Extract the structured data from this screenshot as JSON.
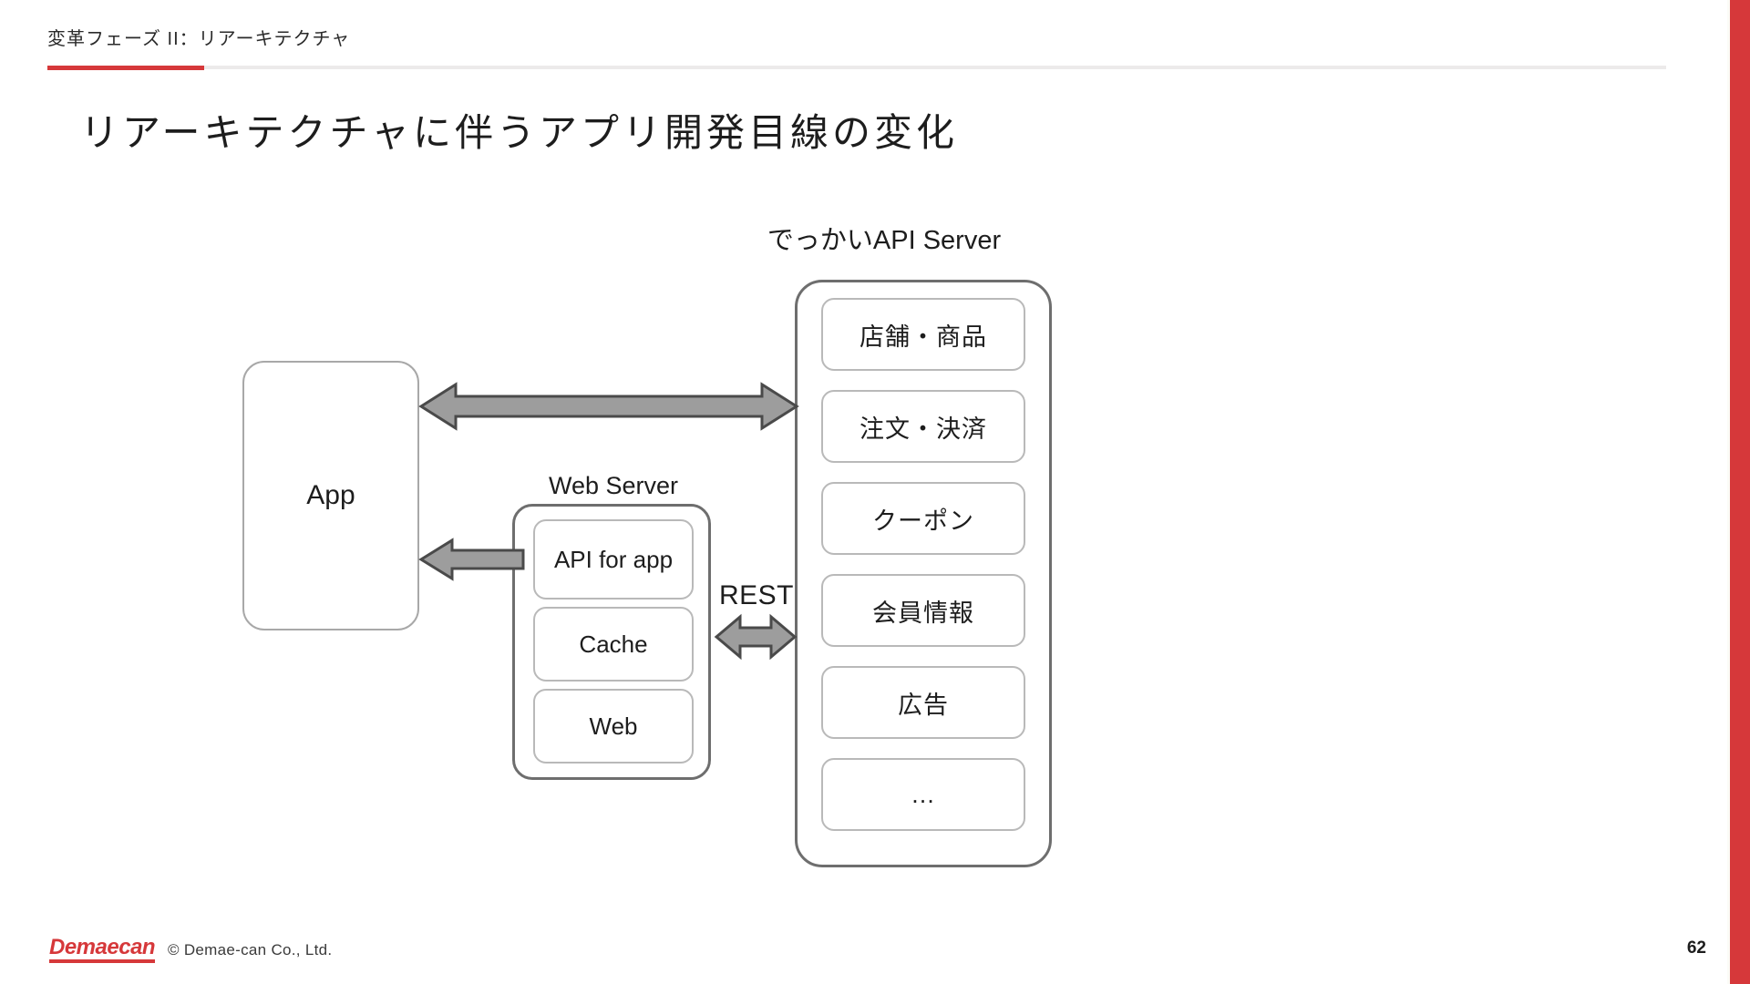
{
  "header": {
    "label": "変革フェーズ II：リアーキテクチャ",
    "accent_color": "#d6383a"
  },
  "slide": {
    "title": "リアーキテクチャに伴うアプリ開発目線の変化",
    "page_number": "62"
  },
  "diagram": {
    "app": {
      "label": "App"
    },
    "web_server": {
      "label": "Web Server",
      "items": [
        {
          "label": "API for app"
        },
        {
          "label": "Cache"
        },
        {
          "label": "Web"
        }
      ]
    },
    "api_server": {
      "label": "でっかいAPI Server",
      "items": [
        {
          "label": "店舗・商品"
        },
        {
          "label": "注文・決済"
        },
        {
          "label": "クーポン"
        },
        {
          "label": "会員情報"
        },
        {
          "label": "広告"
        },
        {
          "label": "…"
        }
      ]
    },
    "connectors": [
      {
        "name": "app-to-api-server",
        "direction": "bidirectional",
        "label": ""
      },
      {
        "name": "web-server-to-app",
        "direction": "left",
        "label": ""
      },
      {
        "name": "web-server-to-api-server",
        "direction": "bidirectional",
        "label": "REST"
      }
    ],
    "rest_label": "REST"
  },
  "footer": {
    "logo_text": "Demaecan",
    "copyright": "© Demae-can Co., Ltd."
  }
}
